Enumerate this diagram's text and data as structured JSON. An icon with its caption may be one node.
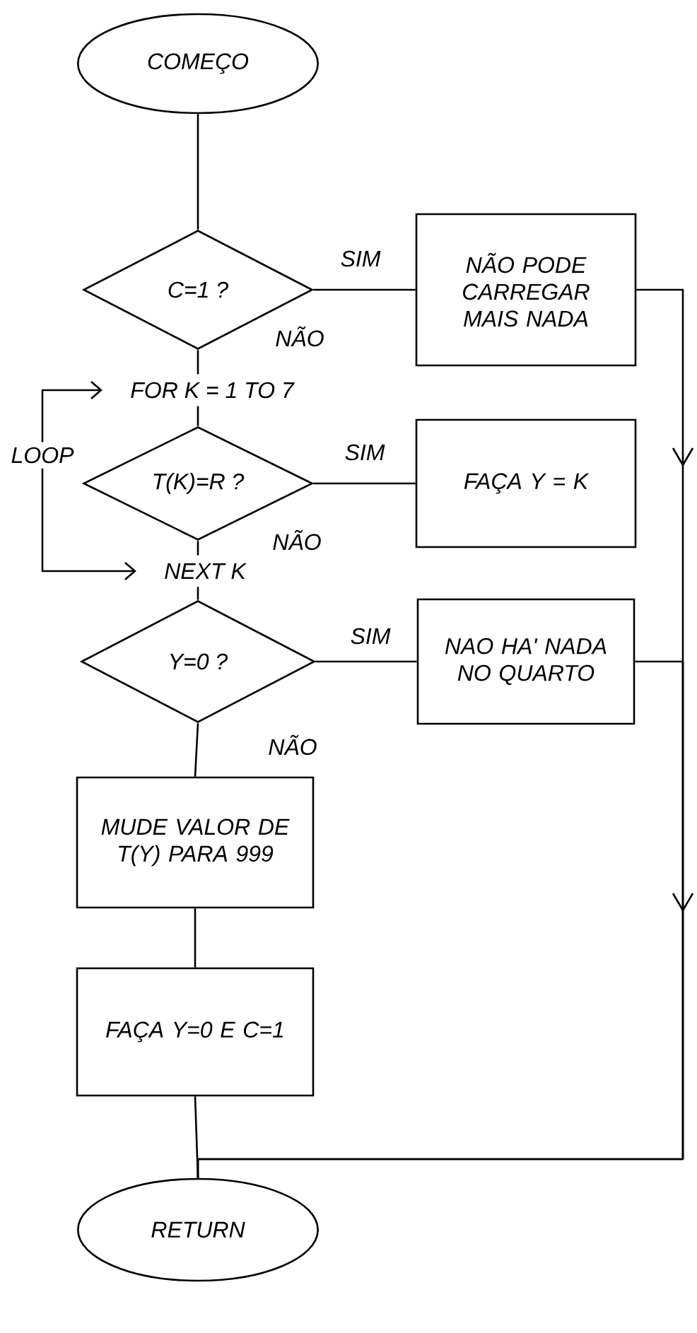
{
  "diagram": {
    "nodes": [
      {
        "text": [
          "COMEÇO"
        ]
      },
      {
        "text": [
          "C=1 ?"
        ]
      },
      {
        "text": [
          "NÃO PODE CARREGAR MAIS NADA"
        ]
      },
      {
        "text": [
          "FOR K = 1 TO 7"
        ]
      },
      {
        "text": [
          "LOOP"
        ]
      },
      {
        "text": [
          "T(K)=R ?"
        ]
      },
      {
        "text": [
          "FAÇA Y = K"
        ]
      },
      {
        "text": [
          "NEXT K"
        ]
      },
      {
        "text": [
          "Y=0 ?"
        ]
      },
      {
        "text": [
          "NAO HA' NADA NO QUARTO"
        ]
      },
      {
        "text": [
          "MUDE VALOR DE T(Y) PARA 999"
        ]
      },
      {
        "text": [
          "FAÇA Y=0 E C=1"
        ]
      },
      {
        "text": [
          "RETURN"
        ]
      }
    ],
    "edges": [
      {
        "from": 0,
        "to": 1,
        "arrow": "none"
      },
      {
        "from": 1,
        "to": 2,
        "arrow": "none",
        "label": "SIM"
      },
      {
        "from": 1,
        "to": 3,
        "arrow": "none",
        "label": "NÃO"
      },
      {
        "from": 3,
        "to": 5,
        "arrow": "none"
      },
      {
        "from": 4,
        "to": 3,
        "arrow": "to"
      },
      {
        "from": 4,
        "to": 7,
        "arrow": "to"
      },
      {
        "from": 5,
        "to": 6,
        "arrow": "none",
        "label": "SIM"
      },
      {
        "from": 5,
        "to": 7,
        "arrow": "none",
        "label": "NÃO"
      },
      {
        "from": 7,
        "to": 8,
        "arrow": "none"
      },
      {
        "from": 8,
        "to": 9,
        "arrow": "none",
        "label": "SIM"
      },
      {
        "from": 8,
        "to": 10,
        "arrow": "none",
        "label": "NÃO"
      },
      {
        "from": 10,
        "to": 11,
        "arrow": "none"
      },
      {
        "from": 11,
        "to": 12,
        "arrow": "none"
      },
      {
        "from": 2,
        "to": 12,
        "arrow": "to"
      },
      {
        "from": 9,
        "to": 12,
        "arrow": "to"
      }
    ]
  }
}
